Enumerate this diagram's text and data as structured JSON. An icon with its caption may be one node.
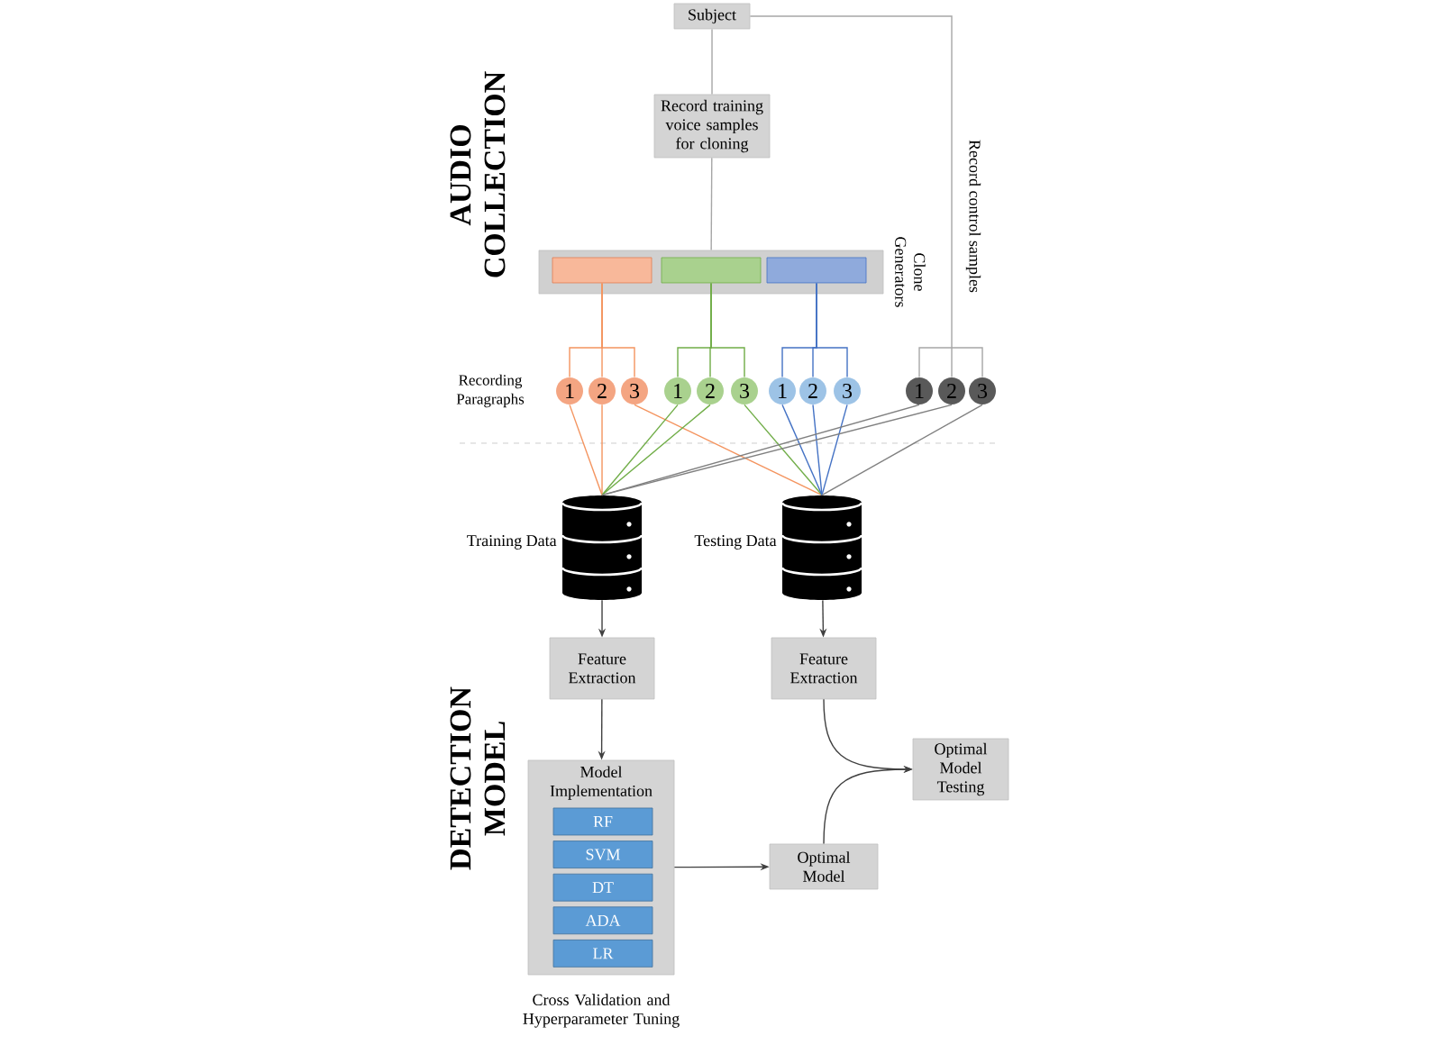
{
  "diagram": {
    "nodes": [
      {
        "text": [
          "Subject"
        ]
      },
      {
        "text": [
          "Record training voice samples for cloning"
        ]
      },
      {
        "text": [],
        "shape": "box",
        "beside": [
          "Clone Generators"
        ]
      },
      {
        "text": [],
        "shape": "box",
        "in": 2
      },
      {
        "text": [],
        "shape": "box",
        "in": 2
      },
      {
        "text": [],
        "shape": "box",
        "in": 2
      },
      {
        "text": [
          "1"
        ]
      },
      {
        "text": [
          "2"
        ]
      },
      {
        "text": [
          "3"
        ]
      },
      {
        "text": [
          "1"
        ]
      },
      {
        "text": [
          "2"
        ]
      },
      {
        "text": [
          "3"
        ]
      },
      {
        "text": [
          "1"
        ]
      },
      {
        "text": [
          "2"
        ]
      },
      {
        "text": [
          "3"
        ]
      },
      {
        "text": [
          "1"
        ]
      },
      {
        "text": [
          "2"
        ]
      },
      {
        "text": [
          "3"
        ]
      },
      {
        "text": [
          "Training Data"
        ]
      },
      {
        "text": [
          "Testing Data"
        ]
      },
      {
        "text": [
          "Feature Extraction"
        ]
      },
      {
        "text": [
          "Feature Extraction"
        ]
      },
      {
        "text": [
          "Model Implementation"
        ],
        "beside": [
          "Cross Validation and Hyperparameter Tuning"
        ]
      },
      {
        "text": [
          "RF"
        ],
        "in": 22
      },
      {
        "text": [
          "SVM"
        ],
        "in": 22
      },
      {
        "text": [
          "DT"
        ],
        "in": 22
      },
      {
        "text": [
          "ADA"
        ],
        "in": 22
      },
      {
        "text": [
          "LR"
        ],
        "in": 22
      },
      {
        "text": [
          "Optimal Model"
        ]
      },
      {
        "text": [
          "Optimal Model Testing"
        ]
      }
    ],
    "edges": [
      {
        "from": 0,
        "to": 1,
        "arrow": "none",
        "color": "#a6a6a6"
      },
      {
        "from": 1,
        "to": 2,
        "arrow": "none",
        "color": "#a6a6a6"
      },
      {
        "from": 0,
        "to": 15,
        "arrow": "none",
        "color": "#a6a6a6"
      },
      {
        "from": 0,
        "to": 16,
        "arrow": "none",
        "color": "#a6a6a6",
        "label": "Record control samples"
      },
      {
        "from": 0,
        "to": 17,
        "arrow": "none",
        "color": "#a6a6a6"
      },
      {
        "from": 3,
        "to": 6,
        "arrow": "none",
        "color": "#f4945f"
      },
      {
        "from": 3,
        "to": 7,
        "arrow": "none",
        "color": "#f4945f"
      },
      {
        "from": 3,
        "to": 8,
        "arrow": "none",
        "color": "#f4945f"
      },
      {
        "from": 4,
        "to": 9,
        "arrow": "none",
        "color": "#70ad47"
      },
      {
        "from": 4,
        "to": 10,
        "arrow": "none",
        "color": "#70ad47"
      },
      {
        "from": 4,
        "to": 11,
        "arrow": "none",
        "color": "#70ad47"
      },
      {
        "from": 5,
        "to": 12,
        "arrow": "none",
        "color": "#4472c4"
      },
      {
        "from": 5,
        "to": 13,
        "arrow": "none",
        "color": "#4472c4"
      },
      {
        "from": 5,
        "to": 14,
        "arrow": "none",
        "color": "#4472c4"
      },
      {
        "from": 6,
        "to": 18,
        "arrow": "none",
        "color": "#f4945f"
      },
      {
        "from": 7,
        "to": 18,
        "arrow": "none",
        "color": "#f4945f"
      },
      {
        "from": 8,
        "to": 19,
        "arrow": "none",
        "color": "#f4945f"
      },
      {
        "from": 9,
        "to": 18,
        "arrow": "none",
        "color": "#70ad47"
      },
      {
        "from": 10,
        "to": 18,
        "arrow": "none",
        "color": "#70ad47"
      },
      {
        "from": 11,
        "to": 19,
        "arrow": "none",
        "color": "#70ad47"
      },
      {
        "from": 12,
        "to": 19,
        "arrow": "none",
        "color": "#4472c4"
      },
      {
        "from": 13,
        "to": 19,
        "arrow": "none",
        "color": "#4472c4"
      },
      {
        "from": 14,
        "to": 19,
        "arrow": "none",
        "color": "#4472c4"
      },
      {
        "from": 15,
        "to": 18,
        "arrow": "none",
        "color": "#808080"
      },
      {
        "from": 16,
        "to": 18,
        "arrow": "none",
        "color": "#808080"
      },
      {
        "from": 17,
        "to": 19,
        "arrow": "none",
        "color": "#808080"
      },
      {
        "from": 18,
        "to": 20,
        "arrow": "to",
        "color": "#404040"
      },
      {
        "from": 19,
        "to": 21,
        "arrow": "to",
        "color": "#404040"
      },
      {
        "from": 20,
        "to": 22,
        "arrow": "to",
        "color": "#404040"
      },
      {
        "from": 22,
        "to": 28,
        "arrow": "to",
        "color": "#404040"
      },
      {
        "from": 21,
        "to": 29,
        "arrow": "to",
        "color": "#404040"
      },
      {
        "from": 28,
        "to": 29,
        "arrow": "to",
        "color": "#404040"
      }
    ],
    "labels": [
      "AUDIO COLLECTION",
      "Recording Paragraphs",
      "DETECTION MODEL"
    ]
  }
}
